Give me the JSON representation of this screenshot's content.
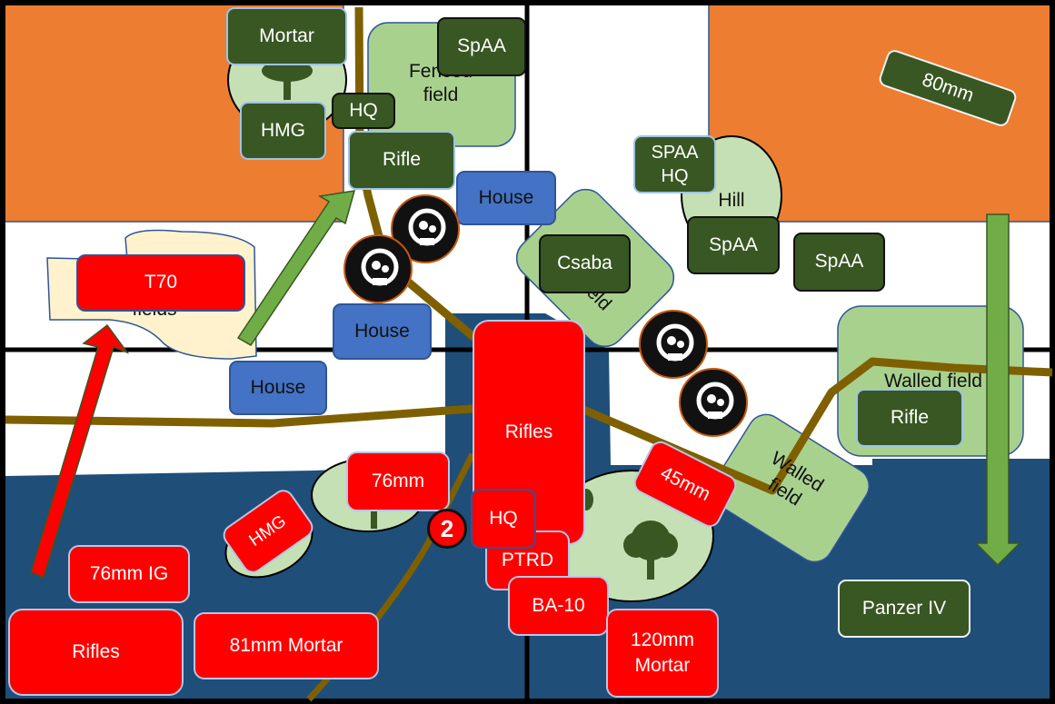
{
  "map": {
    "title": "Tactical battle map",
    "colors": {
      "soviet_unit": "#ff0000",
      "german_unit": "#385723",
      "orchard_zone": "#ed7d31",
      "deployment_zone": "#1f4e79",
      "field": "#a9d18e",
      "woods": "#c5e0b4",
      "house": "#4472c4",
      "road": "#7f6000",
      "german_arrow": "#70ad47"
    },
    "terrain": {
      "fenced_field": "Fenced\nfield",
      "hill": "Hill",
      "walled_field_east": "Walled field",
      "walled_field_center": "Walled\nfield",
      "fields": "fields",
      "csaba_field": "field"
    },
    "houses": [
      "House",
      "House",
      "House"
    ],
    "german_units": {
      "mortar": "Mortar",
      "hmg": "HMG",
      "hq": "HQ",
      "rifle_north": "Rifle",
      "spaa_north": "SpAA",
      "eighty_mm": "80mm",
      "spaa_hq": "SPAA\nHQ",
      "spaa_hill": "SpAA",
      "spaa_east": "SpAA",
      "csaba": "Csaba",
      "rifle_east": "Rifle",
      "panzer": "Panzer IV"
    },
    "soviet_units": {
      "t70": "T70",
      "rifles_center": "Rifles",
      "hq": "HQ",
      "ptrd": "PTRD",
      "ba10": "BA-10",
      "mortar_120": "120mm\nMortar",
      "gun_45": "45mm",
      "gun_76": "76mm",
      "hmg": "HMG",
      "ig_76": "76mm IG",
      "rifles_sw": "Rifles",
      "mortar_81": "81mm Mortar"
    },
    "markers": {
      "platoon_badge": "2",
      "destroyed_count": 4
    }
  }
}
